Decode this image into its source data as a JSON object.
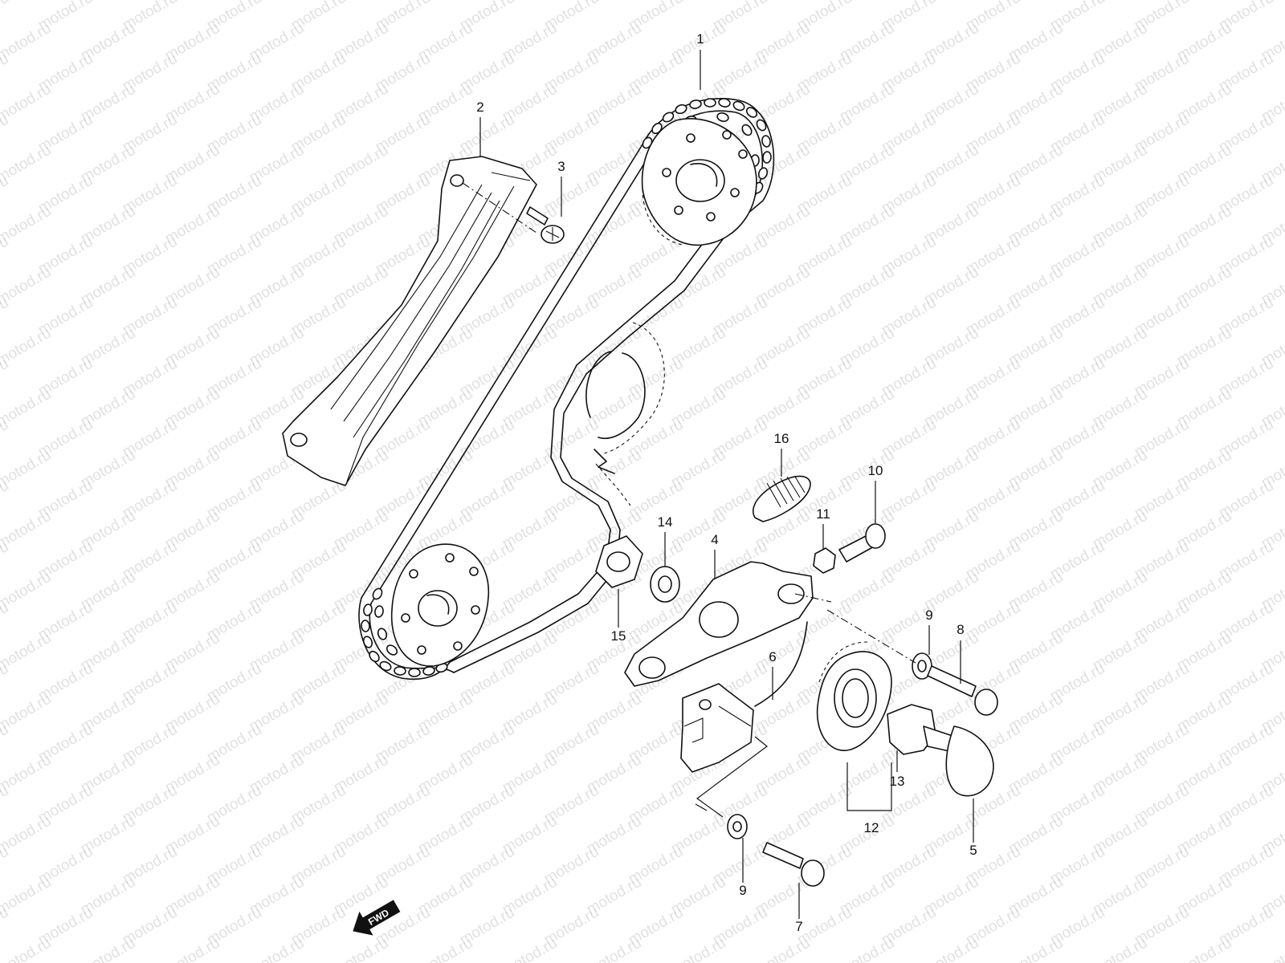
{
  "watermark": "motod.ru",
  "fwd_label": "FWD",
  "callouts": [
    {
      "id": "1",
      "label": "1"
    },
    {
      "id": "2",
      "label": "2"
    },
    {
      "id": "3",
      "label": "3"
    },
    {
      "id": "4",
      "label": "4"
    },
    {
      "id": "5",
      "label": "5"
    },
    {
      "id": "6",
      "label": "6"
    },
    {
      "id": "7",
      "label": "7"
    },
    {
      "id": "8",
      "label": "8"
    },
    {
      "id": "9a",
      "label": "9"
    },
    {
      "id": "9b",
      "label": "9"
    },
    {
      "id": "10",
      "label": "10"
    },
    {
      "id": "11",
      "label": "11"
    },
    {
      "id": "12",
      "label": "12"
    },
    {
      "id": "13",
      "label": "13"
    },
    {
      "id": "14",
      "label": "14"
    },
    {
      "id": "15",
      "label": "15"
    },
    {
      "id": "16",
      "label": "16"
    }
  ]
}
